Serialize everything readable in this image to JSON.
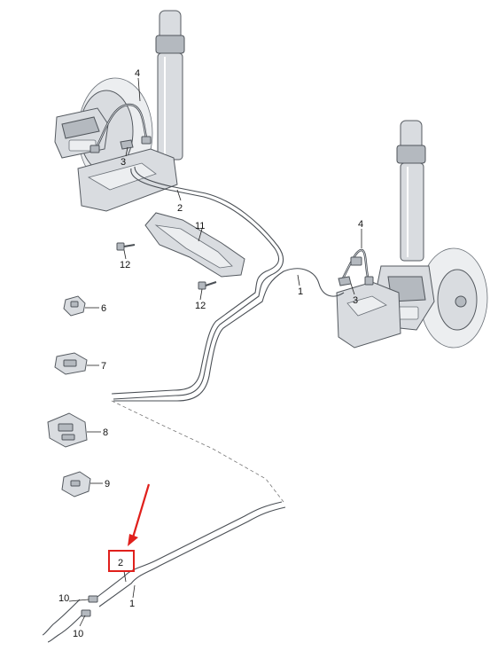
{
  "callouts": {
    "c1_top": "1",
    "c2_top": "2",
    "c3_left": "3",
    "c4_left": "4",
    "c3_right": "3",
    "c4_right": "4",
    "c11": "11",
    "c12_a": "12",
    "c12_b": "12",
    "c6": "6",
    "c7": "7",
    "c8": "8",
    "c9": "9",
    "c2_bottom": "2",
    "c1_bottom": "1",
    "c10_a": "10",
    "c10_b": "10"
  },
  "highlight": {
    "label": "2",
    "color": "#e0201c"
  }
}
